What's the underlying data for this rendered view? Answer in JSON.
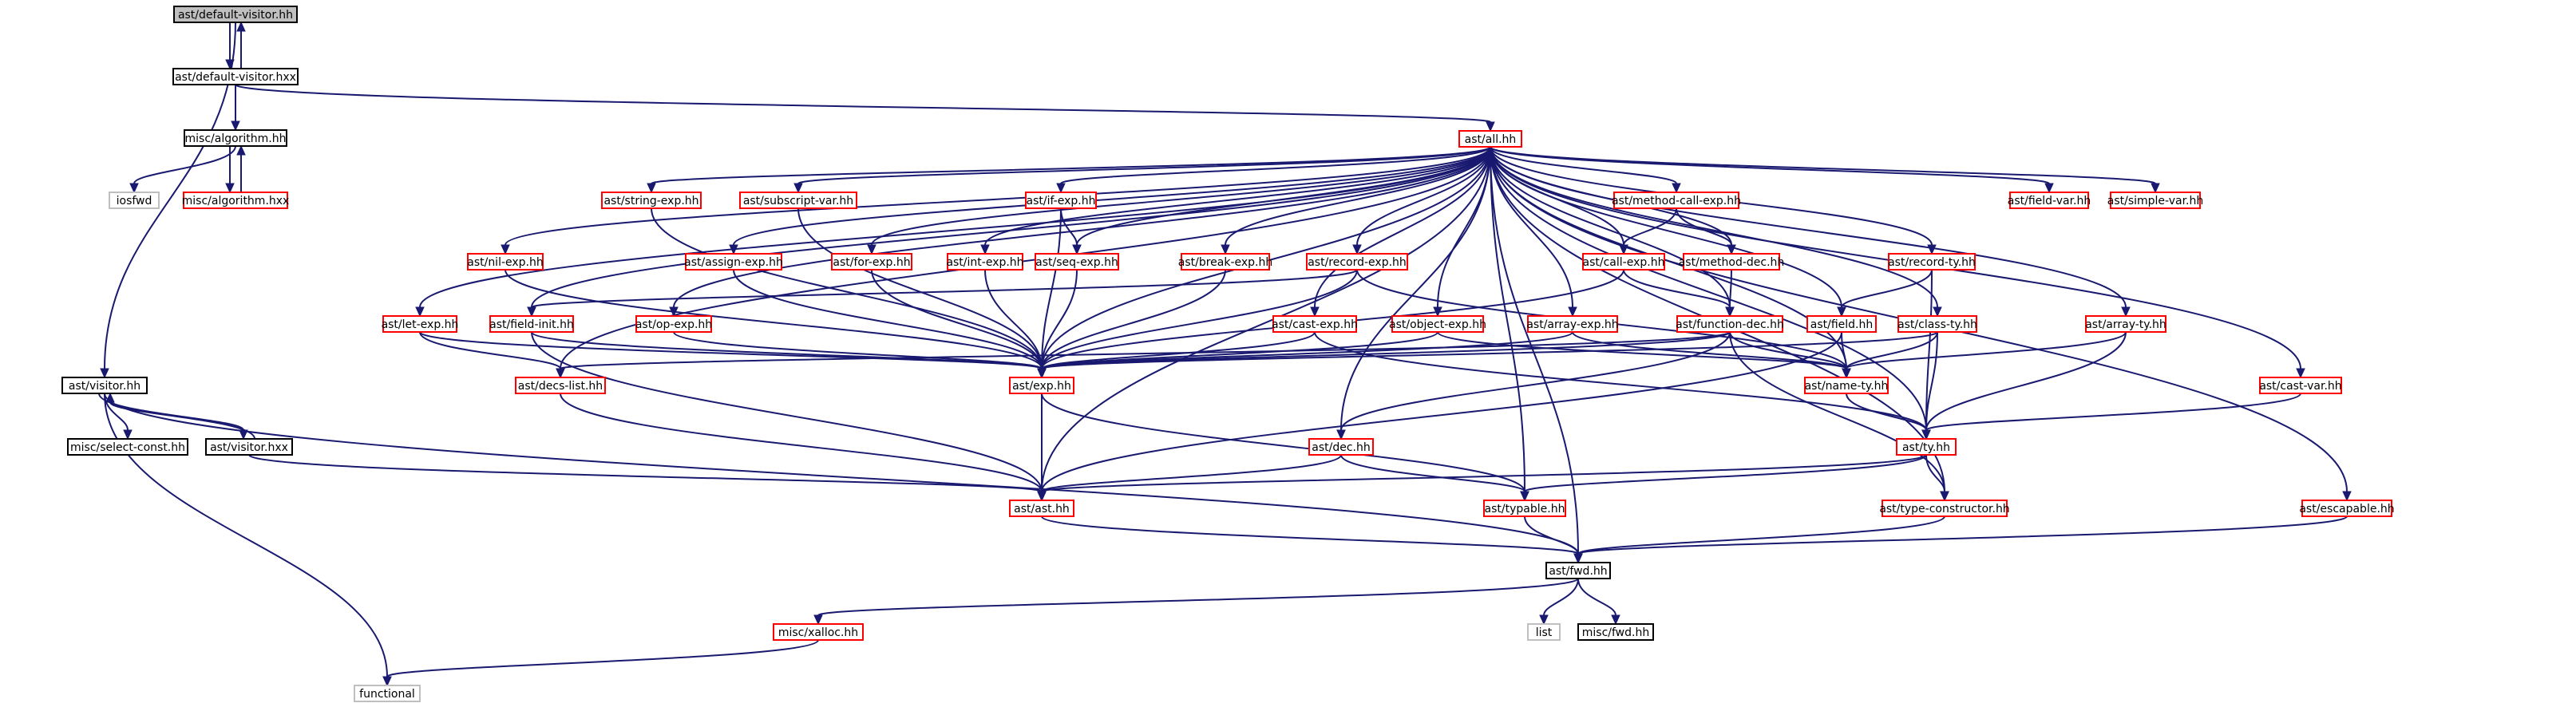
{
  "colors": {
    "edge": "#191970",
    "current_fill": "#bfbfbf",
    "current_stroke": "#000000",
    "documented_stroke": "#000000",
    "red_stroke": "#ff0000",
    "external_stroke": "#bfbfbf"
  },
  "nodes": [
    {
      "id": "default-visitor-hh",
      "label": "ast/default-visitor.hh",
      "kind": "current"
    },
    {
      "id": "default-visitor-hxx",
      "label": "ast/default-visitor.hxx",
      "kind": "documented"
    },
    {
      "id": "misc-algorithm-hh",
      "label": "misc/algorithm.hh",
      "kind": "documented"
    },
    {
      "id": "iosfwd",
      "label": "iosfwd",
      "kind": "external"
    },
    {
      "id": "misc-algorithm-hxx",
      "label": "misc/algorithm.hxx",
      "kind": "red"
    },
    {
      "id": "all-hh",
      "label": "ast/all.hh",
      "kind": "red"
    },
    {
      "id": "string-exp-hh",
      "label": "ast/string-exp.hh",
      "kind": "red"
    },
    {
      "id": "subscript-var-hh",
      "label": "ast/subscript-var.hh",
      "kind": "red"
    },
    {
      "id": "if-exp-hh",
      "label": "ast/if-exp.hh",
      "kind": "red"
    },
    {
      "id": "method-call-exp-hh",
      "label": "ast/method-call-exp.hh",
      "kind": "red"
    },
    {
      "id": "field-var-hh",
      "label": "ast/field-var.hh",
      "kind": "red"
    },
    {
      "id": "simple-var-hh",
      "label": "ast/simple-var.hh",
      "kind": "red"
    },
    {
      "id": "nil-exp-hh",
      "label": "ast/nil-exp.hh",
      "kind": "red"
    },
    {
      "id": "assign-exp-hh",
      "label": "ast/assign-exp.hh",
      "kind": "red"
    },
    {
      "id": "for-exp-hh",
      "label": "ast/for-exp.hh",
      "kind": "red"
    },
    {
      "id": "int-exp-hh",
      "label": "ast/int-exp.hh",
      "kind": "red"
    },
    {
      "id": "seq-exp-hh",
      "label": "ast/seq-exp.hh",
      "kind": "red"
    },
    {
      "id": "break-exp-hh",
      "label": "ast/break-exp.hh",
      "kind": "red"
    },
    {
      "id": "record-exp-hh",
      "label": "ast/record-exp.hh",
      "kind": "red"
    },
    {
      "id": "call-exp-hh",
      "label": "ast/call-exp.hh",
      "kind": "red"
    },
    {
      "id": "method-dec-hh",
      "label": "ast/method-dec.hh",
      "kind": "red"
    },
    {
      "id": "record-ty-hh",
      "label": "ast/record-ty.hh",
      "kind": "red"
    },
    {
      "id": "let-exp-hh",
      "label": "ast/let-exp.hh",
      "kind": "red"
    },
    {
      "id": "field-init-hh",
      "label": "ast/field-init.hh",
      "kind": "red"
    },
    {
      "id": "op-exp-hh",
      "label": "ast/op-exp.hh",
      "kind": "red"
    },
    {
      "id": "cast-exp-hh",
      "label": "ast/cast-exp.hh",
      "kind": "red"
    },
    {
      "id": "object-exp-hh",
      "label": "ast/object-exp.hh",
      "kind": "red"
    },
    {
      "id": "array-exp-hh",
      "label": "ast/array-exp.hh",
      "kind": "red"
    },
    {
      "id": "function-dec-hh",
      "label": "ast/function-dec.hh",
      "kind": "red"
    },
    {
      "id": "field-hh",
      "label": "ast/field.hh",
      "kind": "red"
    },
    {
      "id": "class-ty-hh",
      "label": "ast/class-ty.hh",
      "kind": "red"
    },
    {
      "id": "array-ty-hh",
      "label": "ast/array-ty.hh",
      "kind": "red"
    },
    {
      "id": "visitor-hh",
      "label": "ast/visitor.hh",
      "kind": "documented"
    },
    {
      "id": "decs-list-hh",
      "label": "ast/decs-list.hh",
      "kind": "red"
    },
    {
      "id": "exp-hh",
      "label": "ast/exp.hh",
      "kind": "red"
    },
    {
      "id": "name-ty-hh",
      "label": "ast/name-ty.hh",
      "kind": "red"
    },
    {
      "id": "cast-var-hh",
      "label": "ast/cast-var.hh",
      "kind": "red"
    },
    {
      "id": "select-const-hh",
      "label": "misc/select-const.hh",
      "kind": "documented"
    },
    {
      "id": "visitor-hxx",
      "label": "ast/visitor.hxx",
      "kind": "documented"
    },
    {
      "id": "dec-hh",
      "label": "ast/dec.hh",
      "kind": "red"
    },
    {
      "id": "ty-hh",
      "label": "ast/ty.hh",
      "kind": "red"
    },
    {
      "id": "ast-hh",
      "label": "ast/ast.hh",
      "kind": "red"
    },
    {
      "id": "typable-hh",
      "label": "ast/typable.hh",
      "kind": "red"
    },
    {
      "id": "type-constructor-hh",
      "label": "ast/type-constructor.hh",
      "kind": "red"
    },
    {
      "id": "escapable-hh",
      "label": "ast/escapable.hh",
      "kind": "red"
    },
    {
      "id": "fwd-hh",
      "label": "ast/fwd.hh",
      "kind": "documented"
    },
    {
      "id": "misc-xalloc-hh",
      "label": "misc/xalloc.hh",
      "kind": "red"
    },
    {
      "id": "list",
      "label": "list",
      "kind": "external"
    },
    {
      "id": "misc-fwd-hh",
      "label": "misc/fwd.hh",
      "kind": "documented"
    },
    {
      "id": "functional",
      "label": "functional",
      "kind": "external"
    }
  ],
  "edges": [
    [
      "default-visitor-hh",
      "default-visitor-hxx"
    ],
    [
      "default-visitor-hxx",
      "default-visitor-hh"
    ],
    [
      "default-visitor-hh",
      "visitor-hh"
    ],
    [
      "default-visitor-hxx",
      "misc-algorithm-hh"
    ],
    [
      "default-visitor-hxx",
      "all-hh"
    ],
    [
      "misc-algorithm-hh",
      "iosfwd"
    ],
    [
      "misc-algorithm-hh",
      "misc-algorithm-hxx"
    ],
    [
      "misc-algorithm-hxx",
      "misc-algorithm-hh"
    ],
    [
      "all-hh",
      "string-exp-hh"
    ],
    [
      "all-hh",
      "subscript-var-hh"
    ],
    [
      "all-hh",
      "if-exp-hh"
    ],
    [
      "all-hh",
      "method-call-exp-hh"
    ],
    [
      "all-hh",
      "field-var-hh"
    ],
    [
      "all-hh",
      "simple-var-hh"
    ],
    [
      "all-hh",
      "nil-exp-hh"
    ],
    [
      "all-hh",
      "assign-exp-hh"
    ],
    [
      "all-hh",
      "for-exp-hh"
    ],
    [
      "all-hh",
      "int-exp-hh"
    ],
    [
      "all-hh",
      "seq-exp-hh"
    ],
    [
      "all-hh",
      "break-exp-hh"
    ],
    [
      "all-hh",
      "record-exp-hh"
    ],
    [
      "all-hh",
      "call-exp-hh"
    ],
    [
      "all-hh",
      "method-dec-hh"
    ],
    [
      "all-hh",
      "record-ty-hh"
    ],
    [
      "all-hh",
      "let-exp-hh"
    ],
    [
      "all-hh",
      "field-init-hh"
    ],
    [
      "all-hh",
      "op-exp-hh"
    ],
    [
      "all-hh",
      "cast-exp-hh"
    ],
    [
      "all-hh",
      "object-exp-hh"
    ],
    [
      "all-hh",
      "array-exp-hh"
    ],
    [
      "all-hh",
      "function-dec-hh"
    ],
    [
      "all-hh",
      "field-hh"
    ],
    [
      "all-hh",
      "class-ty-hh"
    ],
    [
      "all-hh",
      "array-ty-hh"
    ],
    [
      "all-hh",
      "cast-var-hh"
    ],
    [
      "all-hh",
      "decs-list-hh"
    ],
    [
      "all-hh",
      "exp-hh"
    ],
    [
      "all-hh",
      "name-ty-hh"
    ],
    [
      "all-hh",
      "dec-hh"
    ],
    [
      "all-hh",
      "ty-hh"
    ],
    [
      "all-hh",
      "ast-hh"
    ],
    [
      "all-hh",
      "typable-hh"
    ],
    [
      "all-hh",
      "type-constructor-hh"
    ],
    [
      "all-hh",
      "escapable-hh"
    ],
    [
      "all-hh",
      "fwd-hh"
    ],
    [
      "string-exp-hh",
      "exp-hh"
    ],
    [
      "subscript-var-hh",
      "exp-hh"
    ],
    [
      "if-exp-hh",
      "exp-hh"
    ],
    [
      "if-exp-hh",
      "seq-exp-hh"
    ],
    [
      "method-call-exp-hh",
      "call-exp-hh"
    ],
    [
      "method-call-exp-hh",
      "method-dec-hh"
    ],
    [
      "nil-exp-hh",
      "exp-hh"
    ],
    [
      "assign-exp-hh",
      "exp-hh"
    ],
    [
      "for-exp-hh",
      "exp-hh"
    ],
    [
      "int-exp-hh",
      "exp-hh"
    ],
    [
      "seq-exp-hh",
      "exp-hh"
    ],
    [
      "break-exp-hh",
      "exp-hh"
    ],
    [
      "record-exp-hh",
      "exp-hh"
    ],
    [
      "record-exp-hh",
      "field-init-hh"
    ],
    [
      "record-exp-hh",
      "name-ty-hh"
    ],
    [
      "call-exp-hh",
      "exp-hh"
    ],
    [
      "call-exp-hh",
      "function-dec-hh"
    ],
    [
      "method-dec-hh",
      "function-dec-hh"
    ],
    [
      "record-ty-hh",
      "field-hh"
    ],
    [
      "record-ty-hh",
      "ty-hh"
    ],
    [
      "let-exp-hh",
      "exp-hh"
    ],
    [
      "let-exp-hh",
      "decs-list-hh"
    ],
    [
      "field-init-hh",
      "exp-hh"
    ],
    [
      "field-init-hh",
      "ast-hh"
    ],
    [
      "op-exp-hh",
      "exp-hh"
    ],
    [
      "cast-exp-hh",
      "exp-hh"
    ],
    [
      "cast-exp-hh",
      "ty-hh"
    ],
    [
      "object-exp-hh",
      "exp-hh"
    ],
    [
      "object-exp-hh",
      "name-ty-hh"
    ],
    [
      "array-exp-hh",
      "exp-hh"
    ],
    [
      "array-exp-hh",
      "name-ty-hh"
    ],
    [
      "function-dec-hh",
      "exp-hh"
    ],
    [
      "function-dec-hh",
      "name-ty-hh"
    ],
    [
      "function-dec-hh",
      "dec-hh"
    ],
    [
      "function-dec-hh",
      "type-constructor-hh"
    ],
    [
      "function-dec-hh",
      "decs-list-hh"
    ],
    [
      "field-hh",
      "name-ty-hh"
    ],
    [
      "field-hh",
      "ast-hh"
    ],
    [
      "class-ty-hh",
      "name-ty-hh"
    ],
    [
      "class-ty-hh",
      "ty-hh"
    ],
    [
      "class-ty-hh",
      "exp-hh"
    ],
    [
      "array-ty-hh",
      "name-ty-hh"
    ],
    [
      "array-ty-hh",
      "ty-hh"
    ],
    [
      "cast-var-hh",
      "ty-hh"
    ],
    [
      "visitor-hh",
      "select-const-hh"
    ],
    [
      "visitor-hh",
      "visitor-hxx"
    ],
    [
      "visitor-hxx",
      "visitor-hh"
    ],
    [
      "visitor-hh",
      "fwd-hh"
    ],
    [
      "visitor-hh",
      "functional"
    ],
    [
      "visitor-hxx",
      "ast-hh"
    ],
    [
      "decs-list-hh",
      "ast-hh"
    ],
    [
      "exp-hh",
      "ast-hh"
    ],
    [
      "exp-hh",
      "typable-hh"
    ],
    [
      "name-ty-hh",
      "ty-hh"
    ],
    [
      "dec-hh",
      "ast-hh"
    ],
    [
      "dec-hh",
      "typable-hh"
    ],
    [
      "ty-hh",
      "ast-hh"
    ],
    [
      "ty-hh",
      "typable-hh"
    ],
    [
      "ty-hh",
      "type-constructor-hh"
    ],
    [
      "ast-hh",
      "fwd-hh"
    ],
    [
      "typable-hh",
      "fwd-hh"
    ],
    [
      "type-constructor-hh",
      "fwd-hh"
    ],
    [
      "escapable-hh",
      "fwd-hh"
    ],
    [
      "fwd-hh",
      "misc-xalloc-hh"
    ],
    [
      "fwd-hh",
      "list"
    ],
    [
      "fwd-hh",
      "misc-fwd-hh"
    ],
    [
      "misc-xalloc-hh",
      "functional"
    ]
  ]
}
